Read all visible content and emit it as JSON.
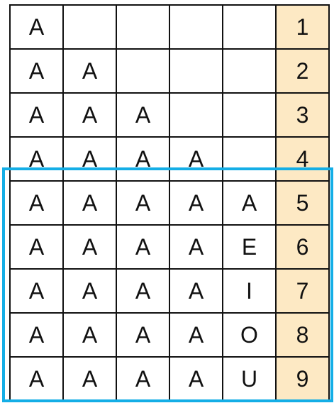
{
  "grid": {
    "rows": [
      {
        "cells": [
          "A",
          "",
          "",
          "",
          ""
        ],
        "number": "1"
      },
      {
        "cells": [
          "A",
          "A",
          "",
          "",
          ""
        ],
        "number": "2"
      },
      {
        "cells": [
          "A",
          "A",
          "A",
          "",
          ""
        ],
        "number": "3"
      },
      {
        "cells": [
          "A",
          "A",
          "A",
          "A",
          ""
        ],
        "number": "4"
      },
      {
        "cells": [
          "A",
          "A",
          "A",
          "A",
          "A"
        ],
        "number": "5"
      },
      {
        "cells": [
          "A",
          "A",
          "A",
          "A",
          "E"
        ],
        "number": "6"
      },
      {
        "cells": [
          "A",
          "A",
          "A",
          "A",
          "I"
        ],
        "number": "7"
      },
      {
        "cells": [
          "A",
          "A",
          "A",
          "A",
          "O"
        ],
        "number": "8"
      },
      {
        "cells": [
          "A",
          "A",
          "A",
          "A",
          "U"
        ],
        "number": "9"
      }
    ]
  },
  "colors": {
    "number_column_fill": "#fde9c4",
    "highlight_border": "#14aee6",
    "grid_line": "#111111"
  },
  "highlight": {
    "rows_included": [
      5,
      6,
      7,
      8,
      9
    ]
  }
}
